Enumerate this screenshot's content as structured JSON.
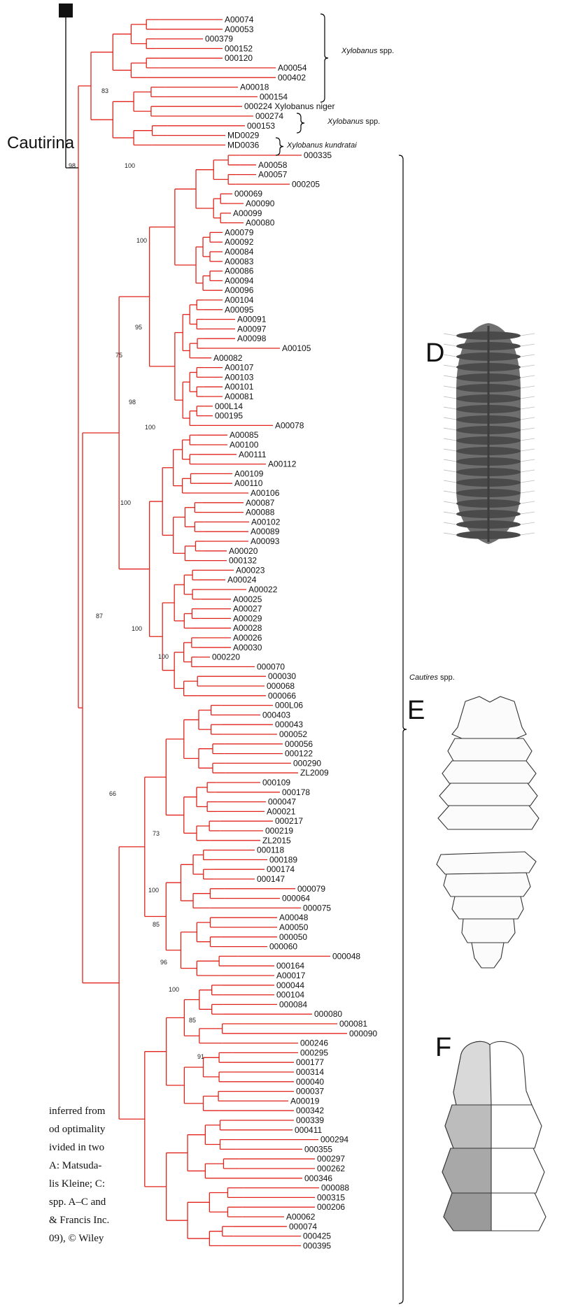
{
  "figure": {
    "clade_label": "Cautirina",
    "panel_labels": [
      "D",
      "E",
      "F"
    ],
    "group_labels": [
      {
        "key": "xyl1",
        "text": "Xylobanus spp.",
        "italic_part": "Xylobanus",
        "plain_part": " spp."
      },
      {
        "key": "xyl2",
        "text": "Xylobanus spp.",
        "italic_part": "Xylobanus",
        "plain_part": " spp."
      },
      {
        "key": "xylk",
        "text": "Xylobanus kundratai",
        "italic_part": "Xylobanus kundratai",
        "plain_part": ""
      },
      {
        "key": "cau",
        "text": "Cautires spp.",
        "italic_part": "Cautires",
        "plain_part": " spp."
      }
    ],
    "caption_fragments": [
      "inferred from",
      "od optimality",
      "ivided in two",
      "A: Matsuda-",
      "lis Kleine; C:",
      "spp. A–C and",
      "& Francis Inc.",
      "09), © Wiley"
    ],
    "colors": {
      "branch": "#e0241b",
      "stem": "#000000",
      "text": "#111111"
    }
  },
  "tree": {
    "taxa": [
      "A00074",
      "A00053",
      "000379",
      "000152",
      "000120",
      "A00054",
      "000402",
      "A00018",
      "000154",
      "000224 Xylobanus niger",
      "000274",
      "000153",
      "MD0029",
      "MD0036",
      "000335",
      "A00058",
      "A00057",
      "000205",
      "000069",
      "A00090",
      "A00099",
      "A00080",
      "A00079",
      "A00092",
      "A00084",
      "A00083",
      "A00086",
      "A00094",
      "A00096",
      "A00104",
      "A00095",
      "A00091",
      "A00097",
      "A00098",
      "A00105",
      "A00082",
      "A00107",
      "A00103",
      "A00101",
      "A00081",
      "000L14",
      "000195",
      "A00078",
      "A00085",
      "A00100",
      "A00111",
      "A00112",
      "A00109",
      "A00110",
      "A00106",
      "A00087",
      "A00088",
      "A00102",
      "A00089",
      "A00093",
      "A00020",
      "000132",
      "A00023",
      "A00024",
      "A00022",
      "A00025",
      "A00027",
      "A00029",
      "A00028",
      "A00026",
      "A00030",
      "000220",
      "000070",
      "000030",
      "000068",
      "000066",
      "000L06",
      "000403",
      "000043",
      "000052",
      "000056",
      "000122",
      "000290",
      "ZL2009",
      "000109",
      "000178",
      "000047",
      "A00021",
      "000217",
      "000219",
      "ZL2015",
      "000118",
      "000189",
      "000174",
      "000147",
      "000079",
      "000064",
      "000075",
      "A00048",
      "A00050",
      "000050",
      "000060",
      "000048",
      "000164",
      "A00017",
      "000044",
      "000104",
      "000084",
      "000080",
      "000081",
      "000090",
      "000246",
      "000295",
      "000177",
      "000314",
      "000040",
      "000037",
      "A00019",
      "000342",
      "000339",
      "000411",
      "000294",
      "000355",
      "000297",
      "000262",
      "000346",
      "000088",
      "000315",
      "000206",
      "A00062",
      "000074",
      "000425",
      "000395"
    ],
    "support_values": [
      "98",
      "83",
      "100",
      "100",
      "95",
      "75",
      "98",
      "100",
      "100",
      "87",
      "100",
      "100",
      "66",
      "73",
      "100",
      "85",
      "96",
      "100",
      "85",
      "91"
    ]
  }
}
